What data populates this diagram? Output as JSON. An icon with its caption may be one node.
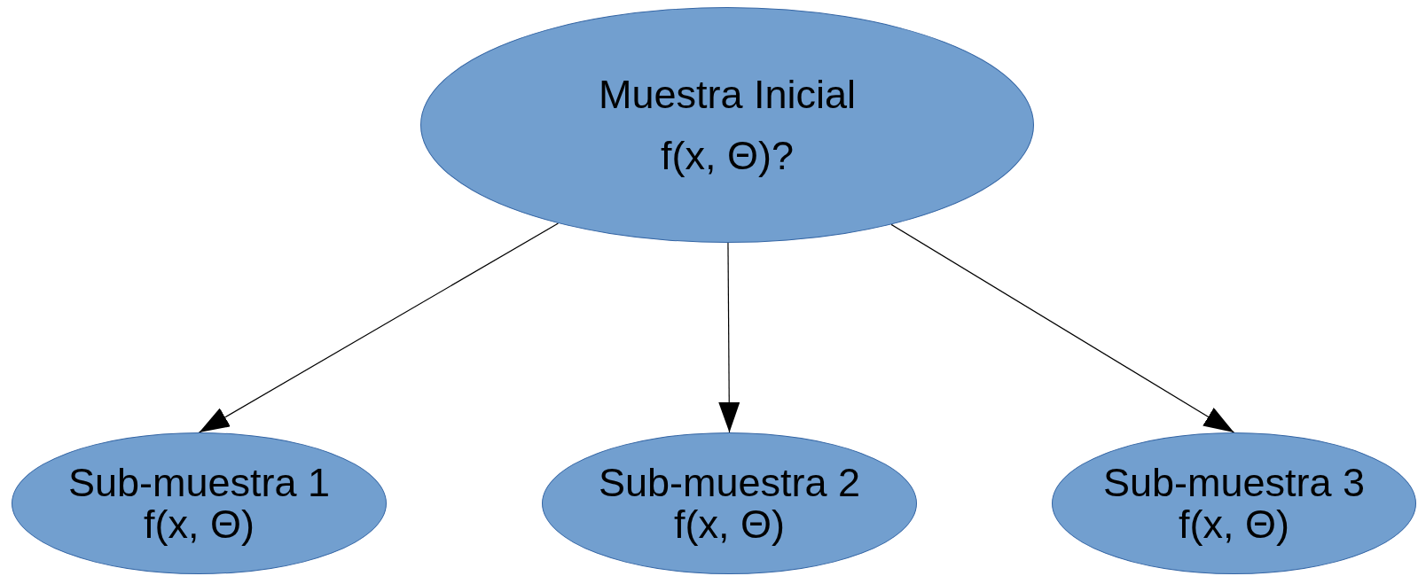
{
  "diagram": {
    "nodes": [
      {
        "text": [
          "Muestra Inicial",
          "f(x, Θ)?"
        ]
      },
      {
        "text": [
          "Sub-muestra 1",
          "f(x, Θ)"
        ]
      },
      {
        "text": [
          "Sub-muestra 2",
          "f(x, Θ)"
        ]
      },
      {
        "text": [
          "Sub-muestra 3",
          "f(x, Θ)"
        ]
      }
    ],
    "edges": [
      {
        "from": 0,
        "to": 1,
        "arrow": "to"
      },
      {
        "from": 0,
        "to": 2,
        "arrow": "to"
      },
      {
        "from": 0,
        "to": 3,
        "arrow": "to"
      }
    ]
  }
}
